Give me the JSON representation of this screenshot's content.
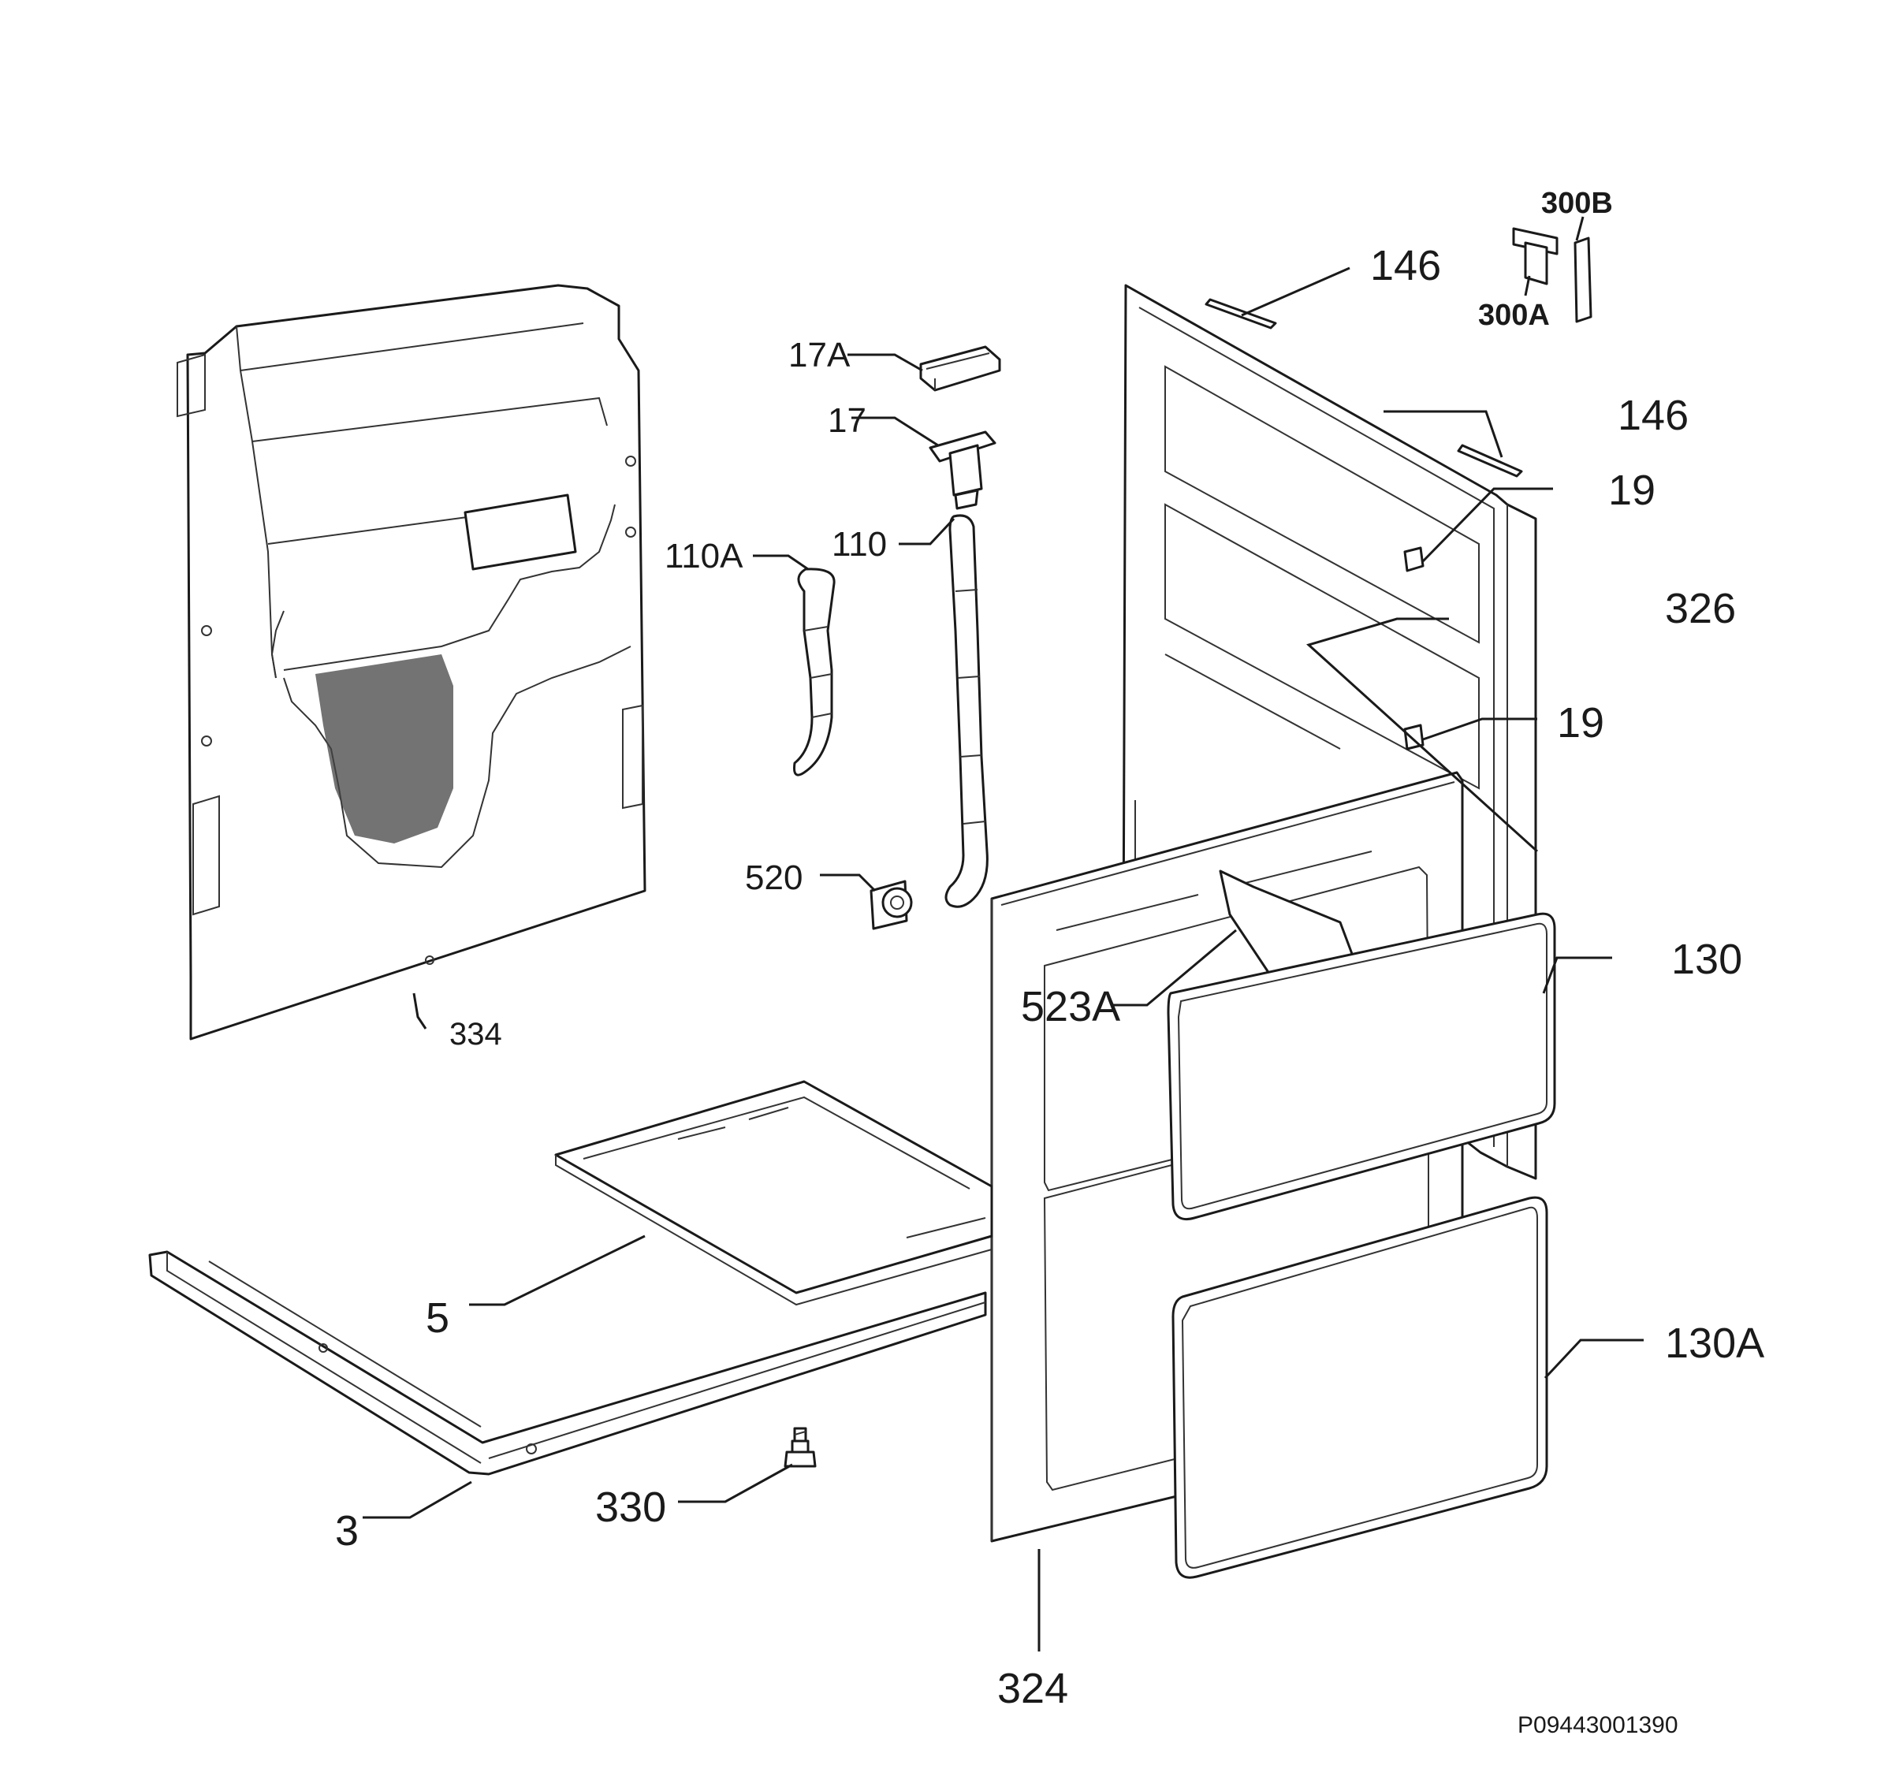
{
  "colors": {
    "line": "#1a1a1a",
    "background": "#ffffff"
  },
  "labels": {
    "p300B": "300B",
    "p300A": "300A",
    "p146_top": "146",
    "p146_mid": "146",
    "p17A": "17A",
    "p17": "17",
    "p19_top": "19",
    "p19_bottom": "19",
    "p110A": "110A",
    "p110": "110",
    "p326": "326",
    "p520": "520",
    "p523A": "523A",
    "p130": "130",
    "p334": "334",
    "p5": "5",
    "p130A": "130A",
    "p3": "3",
    "p330": "330",
    "p324": "324"
  },
  "drawing_code": "P09443001390"
}
